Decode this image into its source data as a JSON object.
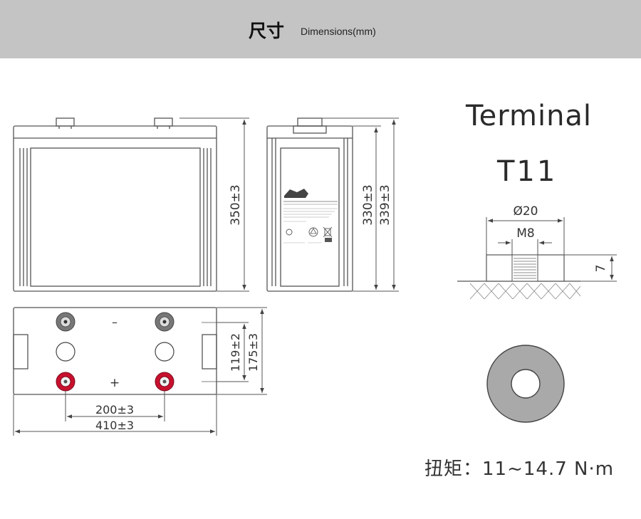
{
  "header": {
    "title": "尺寸",
    "subtitle": "Dimensions(mm)"
  },
  "dimensions": {
    "height_front": "350±3",
    "height_body": "330±3",
    "height_total": "339±3",
    "depth_inner": "119±2",
    "depth_total": "175±3",
    "terminal_pitch": "200±3",
    "length_total": "410±3"
  },
  "terminal": {
    "heading": "Terminal",
    "model": "T11",
    "outer_diameter": "Ø20",
    "thread": "M8",
    "height": "7"
  },
  "polarity": {
    "negative": "–",
    "positive": "+"
  },
  "torque": "扭矩：11~14.7 N·m",
  "colors": {
    "header_bg": "#c4c4c4",
    "terminal_positive": "#c8102e",
    "terminal_negative": "#555555",
    "line": "#555555"
  },
  "icons": [
    "leoch-logo-icon",
    "recycle-icon",
    "crossed-bin-icon",
    "ul-mark-icon"
  ]
}
